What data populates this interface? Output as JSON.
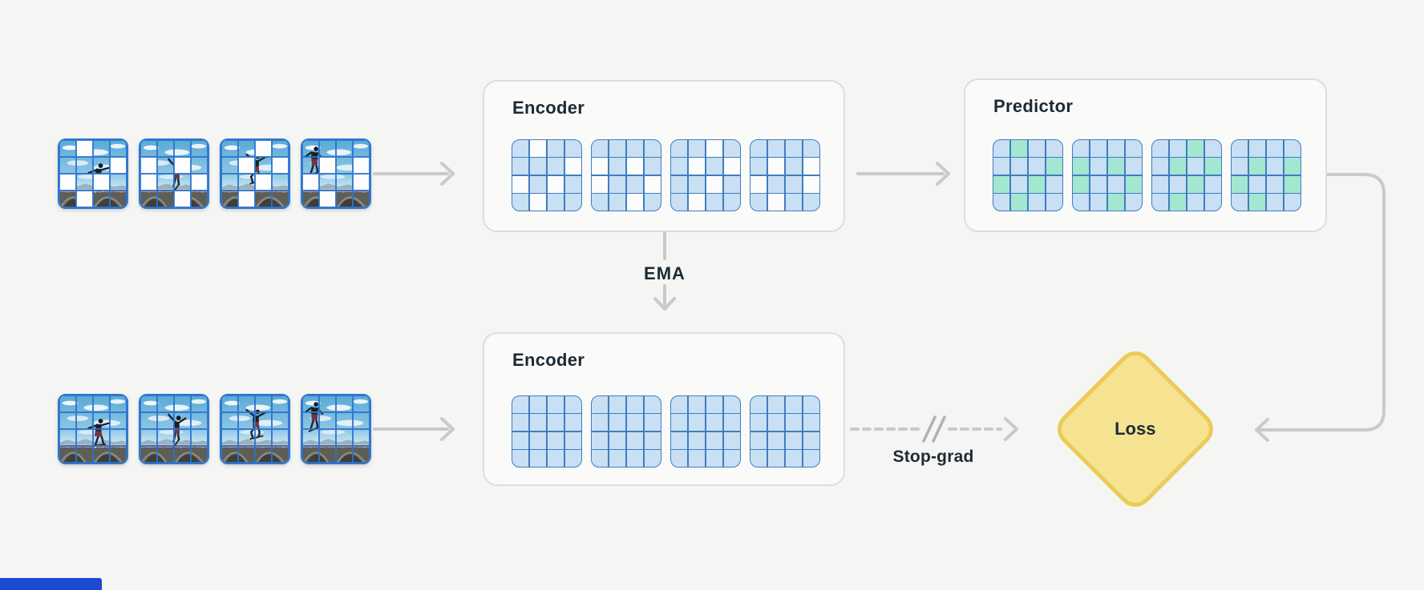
{
  "palette": {
    "background": "#F5F5F3",
    "box_bg": "#FAFAF9",
    "box_border": "#DBDDDF",
    "token_blue": "#C9DFF4",
    "token_green": "#A4E7D1",
    "token_masked": "#FCFCFC",
    "token_border": "#3E7EBE",
    "frame_grid_blue": "#2E76CE",
    "arrow_gray": "#C7CACE",
    "slash_gray": "#AEB2B7",
    "text_dark": "#1C2B33",
    "loss_fill": "#F6E391",
    "loss_border": "#EBCB55",
    "corner_fragment_blue": "#1D48D1"
  },
  "legend": {
    "0": "context token (blue)",
    "1": "masked patch (white)",
    "2": "predicted token (green)"
  },
  "labels": {
    "ema": "EMA",
    "stop_grad": "Stop-grad",
    "loss": "Loss"
  },
  "top_branch": {
    "frames": {
      "description": "masked skateboarder video frames, 4x4 patch grid",
      "poses": [
        "lean",
        "kick",
        "air",
        "grab"
      ],
      "masks": [
        [
          0,
          1,
          0,
          0,
          0,
          0,
          0,
          1,
          1,
          0,
          1,
          0,
          0,
          1,
          0,
          0
        ],
        [
          0,
          0,
          0,
          0,
          1,
          0,
          1,
          0,
          1,
          0,
          0,
          1,
          0,
          0,
          1,
          0
        ],
        [
          0,
          0,
          1,
          0,
          0,
          1,
          0,
          1,
          0,
          0,
          1,
          0,
          0,
          1,
          0,
          0
        ],
        [
          0,
          0,
          0,
          0,
          0,
          1,
          0,
          1,
          1,
          0,
          0,
          1,
          0,
          1,
          0,
          0
        ]
      ]
    },
    "encoder": {
      "title": "Encoder",
      "grids": [
        [
          0,
          1,
          0,
          0,
          0,
          0,
          0,
          1,
          1,
          0,
          1,
          0,
          0,
          1,
          0,
          0
        ],
        [
          0,
          0,
          0,
          0,
          1,
          0,
          1,
          0,
          1,
          0,
          0,
          1,
          0,
          0,
          1,
          0
        ],
        [
          0,
          0,
          1,
          0,
          0,
          1,
          0,
          1,
          0,
          0,
          1,
          0,
          0,
          1,
          0,
          0
        ],
        [
          0,
          0,
          0,
          0,
          0,
          1,
          0,
          1,
          1,
          0,
          0,
          1,
          0,
          1,
          0,
          0
        ]
      ]
    },
    "predictor": {
      "title": "Predictor",
      "grids": [
        [
          0,
          2,
          0,
          0,
          0,
          0,
          0,
          2,
          2,
          0,
          2,
          0,
          0,
          2,
          0,
          0
        ],
        [
          0,
          0,
          0,
          0,
          2,
          0,
          2,
          0,
          2,
          0,
          0,
          2,
          0,
          0,
          2,
          0
        ],
        [
          0,
          0,
          2,
          0,
          0,
          2,
          0,
          2,
          0,
          0,
          2,
          0,
          0,
          2,
          0,
          0
        ],
        [
          0,
          0,
          0,
          0,
          0,
          2,
          0,
          2,
          2,
          0,
          0,
          2,
          0,
          2,
          0,
          0
        ]
      ]
    }
  },
  "bottom_branch": {
    "frames": {
      "description": "unmasked skateboarder video frames, 4x4 patch grid",
      "poses": [
        "lean",
        "kick",
        "air",
        "grab"
      ],
      "masks": [
        [
          0,
          0,
          0,
          0,
          0,
          0,
          0,
          0,
          0,
          0,
          0,
          0,
          0,
          0,
          0,
          0
        ],
        [
          0,
          0,
          0,
          0,
          0,
          0,
          0,
          0,
          0,
          0,
          0,
          0,
          0,
          0,
          0,
          0
        ],
        [
          0,
          0,
          0,
          0,
          0,
          0,
          0,
          0,
          0,
          0,
          0,
          0,
          0,
          0,
          0,
          0
        ],
        [
          0,
          0,
          0,
          0,
          0,
          0,
          0,
          0,
          0,
          0,
          0,
          0,
          0,
          0,
          0,
          0
        ]
      ]
    },
    "encoder": {
      "title": "Encoder",
      "grids": [
        [
          0,
          0,
          0,
          0,
          0,
          0,
          0,
          0,
          0,
          0,
          0,
          0,
          0,
          0,
          0,
          0
        ],
        [
          0,
          0,
          0,
          0,
          0,
          0,
          0,
          0,
          0,
          0,
          0,
          0,
          0,
          0,
          0,
          0
        ],
        [
          0,
          0,
          0,
          0,
          0,
          0,
          0,
          0,
          0,
          0,
          0,
          0,
          0,
          0,
          0,
          0
        ],
        [
          0,
          0,
          0,
          0,
          0,
          0,
          0,
          0,
          0,
          0,
          0,
          0,
          0,
          0,
          0,
          0
        ]
      ]
    }
  }
}
